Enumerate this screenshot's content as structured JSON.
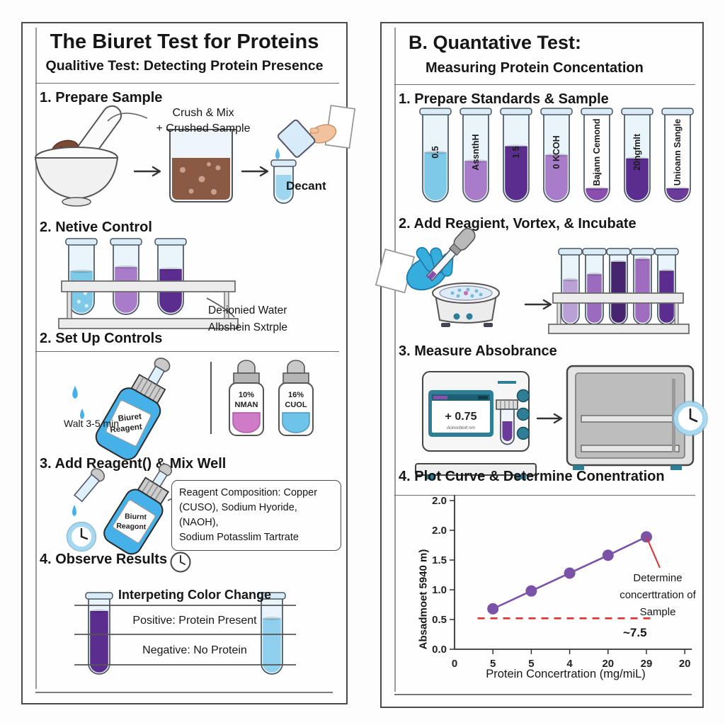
{
  "colors": {
    "reagent_blue": "#45b1e8",
    "positive_purple": "#5b2d8e",
    "negative_blue": "#8fd0ee",
    "accent_red": "#e03131",
    "curve_purple": "#7a52a8",
    "teal": "#2e7f96"
  },
  "left_panel": {
    "title": "The Biuret Test for Proteins",
    "subtitle": "Qualitive Test: Detecting Protein Presence",
    "step1": {
      "heading": "1. Prepare Sample",
      "crush_line1": "Crush & Mix",
      "crush_line2": "+ Crushed Sample",
      "decant_label": "Decant"
    },
    "step2a": {
      "heading": "2. Netive Control",
      "callout_line1": "De-ionied Water",
      "callout_line2": "Albshein Sxtrple",
      "rack_tubes": [
        {
          "color": "#7ec8e8",
          "fill": 60,
          "bubbles": true
        },
        {
          "color": "#a87cc9",
          "fill": 66
        },
        {
          "color": "#5b2d8e",
          "fill": 63
        }
      ]
    },
    "step2b": {
      "heading": "2. Set Up Controls",
      "wait_label": "Walt 3-5 min",
      "bottle_line1": "Biuret",
      "bottle_line2": "Reagent",
      "small_bottle1_line1": "10%",
      "small_bottle1_line2": "NMAN",
      "small_bottle2_line1": "16%",
      "small_bottle2_line2": "CUOL"
    },
    "step3": {
      "heading": "3. Add Reagent() & Mix Well",
      "bottle_line1": "Biurnt",
      "bottle_line2": "Reagont",
      "composition_lines": [
        "Reagent Composition: Copper",
        "(CUSO), Sodium Hyoride, (NAOH),",
        "Sodium Potasslim Tartrate"
      ]
    },
    "step4": {
      "heading": "4. Observe Results",
      "table_title": "Interpeting Color Change",
      "positive": "Positive: Protein Present",
      "negative": "Negative: No Protein",
      "result_tubes": [
        {
          "color": "#5b2d8e",
          "fill": 82
        },
        {
          "color": "#8fd0ee",
          "fill": 72
        }
      ]
    }
  },
  "right_panel": {
    "title": "B. Quantative Test:",
    "subtitle": "Measuring Protein Concentation",
    "step1": {
      "heading": "1. Prepare Standards & Sample",
      "tubes": [
        {
          "label": "0.5",
          "color": "#7ec8e8",
          "fill": 55
        },
        {
          "label": "AssnthH",
          "color": "#a87cc9",
          "fill": 45
        },
        {
          "label": "1 5",
          "color": "#5b2d8e",
          "fill": 62
        },
        {
          "label": "0 KCOH",
          "color": "#a87cc9",
          "fill": 52
        },
        {
          "label": "Bajann Cemond",
          "color": "#8a4fae",
          "fill": 10,
          "glass": "#fdfdfd"
        },
        {
          "label": "20ngfmlt",
          "color": "#5b2d8e",
          "fill": 48
        },
        {
          "label": "Unioann Sangle",
          "color": "#6a3b99",
          "fill": 9,
          "glass": "#fdfdfd"
        }
      ]
    },
    "step2": {
      "heading": "2. Add Reagient, Vortex, & Incubate",
      "rack_tubes": [
        {
          "color": "#b9a0d6",
          "fill": 62
        },
        {
          "color": "#9b6bbf",
          "fill": 70
        },
        {
          "color": "#46246e",
          "fill": 88
        },
        {
          "color": "#a06cc0",
          "fill": 92
        },
        {
          "color": "#5b2d8e",
          "fill": 75
        }
      ]
    },
    "step3": {
      "heading": "3. Measure Absobrance",
      "display_text": "+ 0.75",
      "display_sub": "Aonorblolt nm",
      "incubator_tubes": [
        {
          "color": "#9b6bbf",
          "fill": 60
        },
        {
          "color": "#7a4aa0",
          "fill": 60
        },
        {
          "color": "#b87cd0",
          "fill": 75
        },
        {
          "color": "#5b2d8e",
          "fill": 85
        }
      ]
    },
    "step4": {
      "heading": "4. Plot Curve & Determine Conentration"
    }
  },
  "chart_data": {
    "type": "line",
    "title": "",
    "xlabel": "Protein Concertration (mg/miL)",
    "ylabel": "Absadmoet 5940 m)",
    "x_tick_labels": [
      "0",
      "5",
      "5",
      "4",
      "20",
      "29",
      "20"
    ],
    "y_ticks": [
      {
        "v": 0,
        "label": "0.0"
      },
      {
        "v": 0.5,
        "label": "0.5"
      },
      {
        "v": 1,
        "label": "1.0"
      },
      {
        "v": 1.5,
        "label": "1.5"
      },
      {
        "v": 2,
        "label": "2.0"
      },
      {
        "v": 2.5,
        "label": "2.0"
      }
    ],
    "grid": false,
    "series": [
      {
        "name": "standard-curve",
        "color": "#7a52a8",
        "points_tick_y": [
          [
            1,
            0.68
          ],
          [
            2,
            0.98
          ],
          [
            3,
            1.28
          ],
          [
            4,
            1.58
          ],
          [
            5,
            1.89
          ]
        ]
      }
    ],
    "red_segment": {
      "from": [
        5,
        1.89
      ],
      "to": [
        5.35,
        1.37
      ],
      "color": "#e03131"
    },
    "dashed_line": {
      "y": 0.52,
      "from_tick": 0.6,
      "to_tick": 5.2,
      "color": "#e03131",
      "label": "~7.5"
    },
    "annotation": {
      "lines": [
        "Determine",
        "concerttration of",
        "Sample"
      ]
    }
  }
}
